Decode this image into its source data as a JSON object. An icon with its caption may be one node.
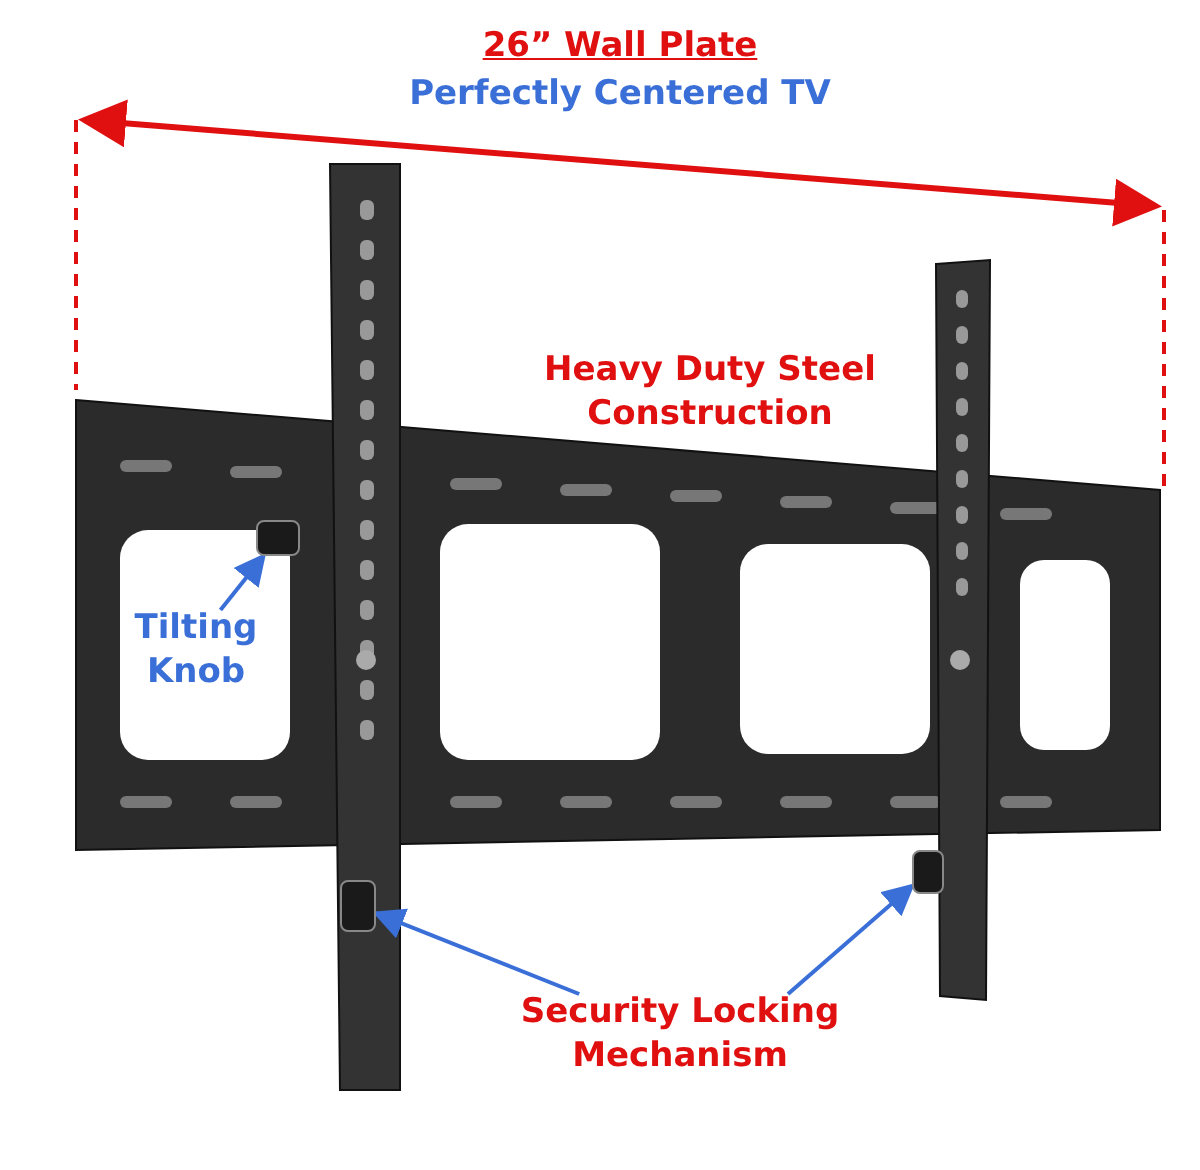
{
  "diagram": {
    "nodes": [
      {
        "text": [
          "Tilting Knob"
        ]
      },
      {
        "text": [],
        "shape": "box"
      },
      {
        "text": [
          "Security Locking Mechanism"
        ]
      },
      {
        "text": [],
        "shape": "box"
      },
      {
        "text": [],
        "shape": "box"
      }
    ],
    "edges": [
      {
        "from": 0,
        "to": 1,
        "arrow": "to"
      },
      {
        "from": 2,
        "to": 3,
        "arrow": "to"
      },
      {
        "from": 2,
        "to": 4,
        "arrow": "to"
      }
    ],
    "labels": [
      "26” Wall Plate",
      "Perfectly Centered TV",
      "Heavy Duty Steel Construction"
    ]
  }
}
